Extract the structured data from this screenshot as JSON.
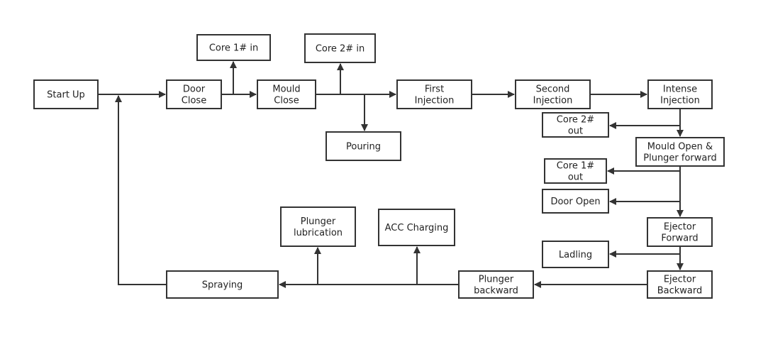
{
  "nodes": {
    "start_up": [
      "Start Up"
    ],
    "door_close": [
      "Door",
      "Close"
    ],
    "core1_in": [
      "Core 1# in"
    ],
    "mould_close": [
      "Mould",
      "Close"
    ],
    "core2_in": [
      "Core 2# in"
    ],
    "pouring": [
      "Pouring"
    ],
    "first_injection": [
      "First",
      "Injection"
    ],
    "second_injection": [
      "Second",
      "Injection"
    ],
    "intense_injection": [
      "Intense",
      "Injection"
    ],
    "core2_out": [
      "Core 2#",
      "out"
    ],
    "mould_open": [
      "Mould Open &",
      "Plunger forward"
    ],
    "core1_out": [
      "Core 1#",
      "out"
    ],
    "door_open": [
      "Door Open"
    ],
    "ejector_forward": [
      "Ejector",
      "Forward"
    ],
    "ladling": [
      "Ladling"
    ],
    "ejector_backward": [
      "Ejector",
      "Backward"
    ],
    "plunger_backward": [
      "Plunger",
      "backward"
    ],
    "acc_charging": [
      "ACC Charging"
    ],
    "plunger_lubrication": [
      "Plunger",
      "lubrication"
    ],
    "spraying": [
      "Spraying"
    ]
  },
  "edges": [
    {
      "from": "start_up",
      "to": "door_close"
    },
    {
      "from": "door_close",
      "to": "core1_in"
    },
    {
      "from": "door_close",
      "to": "mould_close"
    },
    {
      "from": "mould_close",
      "to": "core2_in"
    },
    {
      "from": "mould_close",
      "to": "pouring"
    },
    {
      "from": "mould_close",
      "to": "first_injection"
    },
    {
      "from": "first_injection",
      "to": "second_injection"
    },
    {
      "from": "second_injection",
      "to": "intense_injection"
    },
    {
      "from": "intense_injection",
      "to": "core2_out"
    },
    {
      "from": "intense_injection",
      "to": "mould_open"
    },
    {
      "from": "mould_open",
      "to": "core1_out"
    },
    {
      "from": "mould_open",
      "to": "door_open"
    },
    {
      "from": "mould_open",
      "to": "ejector_forward"
    },
    {
      "from": "ejector_forward",
      "to": "ladling"
    },
    {
      "from": "ejector_forward",
      "to": "ejector_backward"
    },
    {
      "from": "ejector_backward",
      "to": "plunger_backward"
    },
    {
      "from": "plunger_backward",
      "to": "acc_charging"
    },
    {
      "from": "plunger_backward",
      "to": "plunger_lubrication"
    },
    {
      "from": "plunger_backward",
      "to": "spraying"
    },
    {
      "from": "spraying",
      "to": "door_close"
    }
  ]
}
